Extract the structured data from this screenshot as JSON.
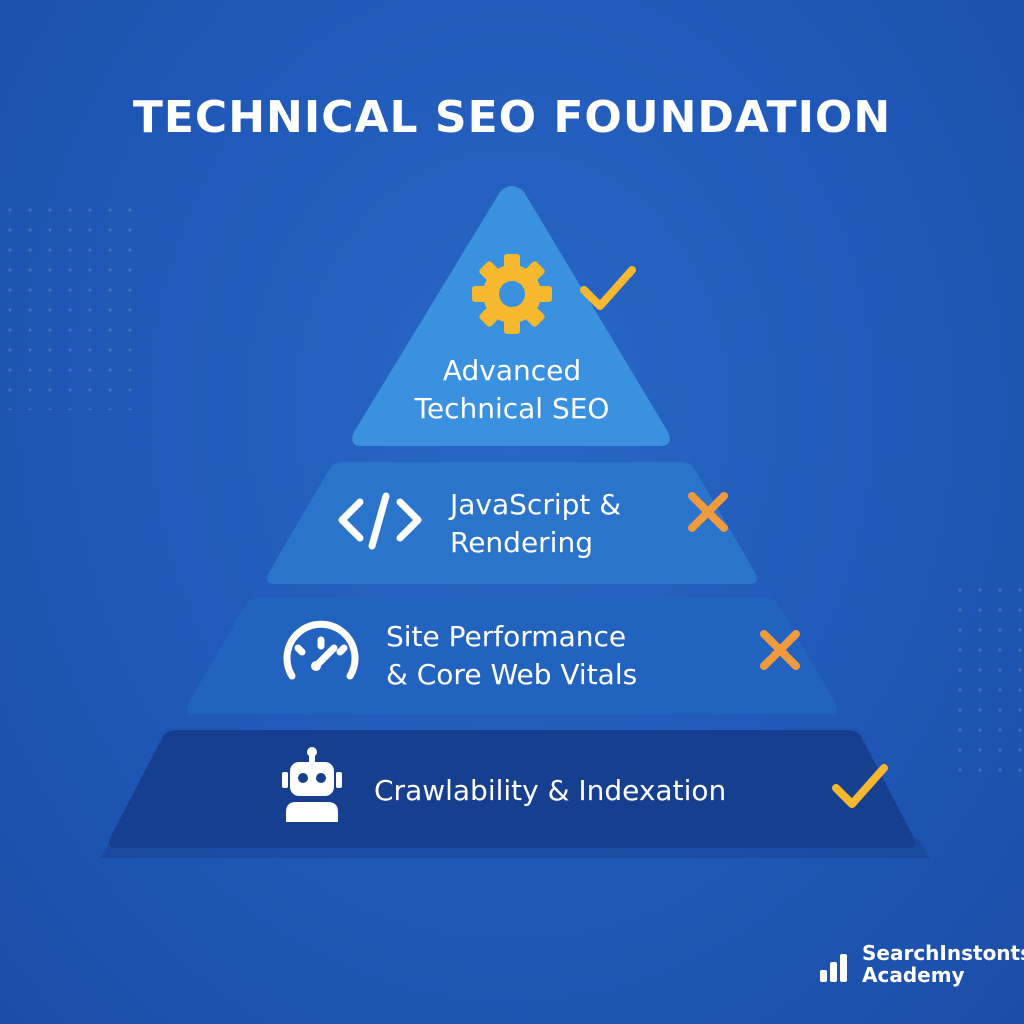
{
  "title": "TECHNICAL SEO FOUNDATION",
  "tiers": [
    {
      "line1": "Advanced",
      "line2": "Technical SEO",
      "icon": "gear-icon",
      "status": "check"
    },
    {
      "line1": "JavaScript &",
      "line2": "Rendering",
      "icon": "code-icon",
      "status": "cross"
    },
    {
      "line1": "Site Performance",
      "line2": "& Core Web Vitals",
      "icon": "speedometer-icon",
      "status": "cross"
    },
    {
      "line1": "Crawlability & Indexation",
      "icon": "robot-icon",
      "status": "check"
    }
  ],
  "logo": {
    "line1": "SearchInstonts",
    "line2": "Academy"
  },
  "colors": {
    "background": "#2058b8",
    "tier_top": "#3a91e0",
    "tier_2": "#2a74cc",
    "tier_3": "#2363c0",
    "tier_base": "#173f8f",
    "check": "#f5b82e",
    "cross": "#f09a3e",
    "gear": "#f5b82e"
  }
}
